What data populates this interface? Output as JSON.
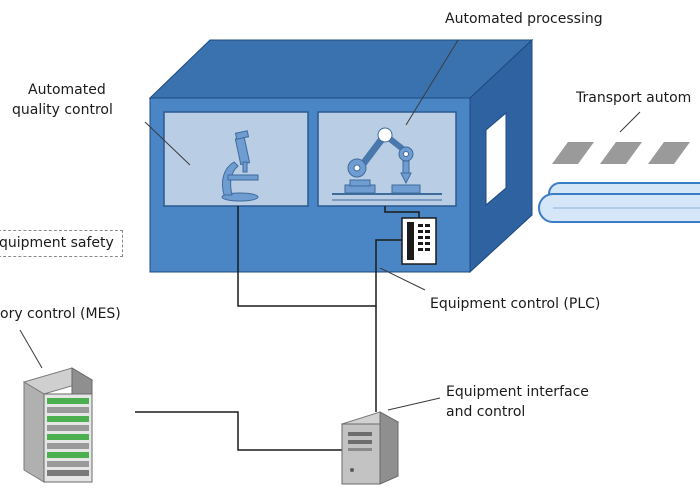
{
  "labels": {
    "automated_processing": "Automated processing",
    "automated_quality_control_line1": "Automated",
    "automated_quality_control_line2": "quality control",
    "transport_automation": "Transport autom",
    "equipment_safety": "quipment safety",
    "factory_control_mes": "ory control (MES)",
    "equipment_control_plc": "Equipment control (PLC)",
    "equipment_interface_line1": "Equipment interface",
    "equipment_interface_line2": "and control"
  },
  "colors": {
    "cabinet_front": "#4a86c5",
    "cabinet_top": "#3a72b0",
    "cabinet_side": "#2f62a0",
    "window_fill": "#b9cde4",
    "icon_fill": "#6f9dd2",
    "pallet": "#9a9a9a",
    "roller": "#d4e6f7",
    "cable": "#1a1a1a"
  },
  "icons": [
    "microscope-icon",
    "robot-arm-icon",
    "plc-controller-icon",
    "conveyor-icon",
    "server-tower-icon",
    "interface-pc-icon"
  ]
}
